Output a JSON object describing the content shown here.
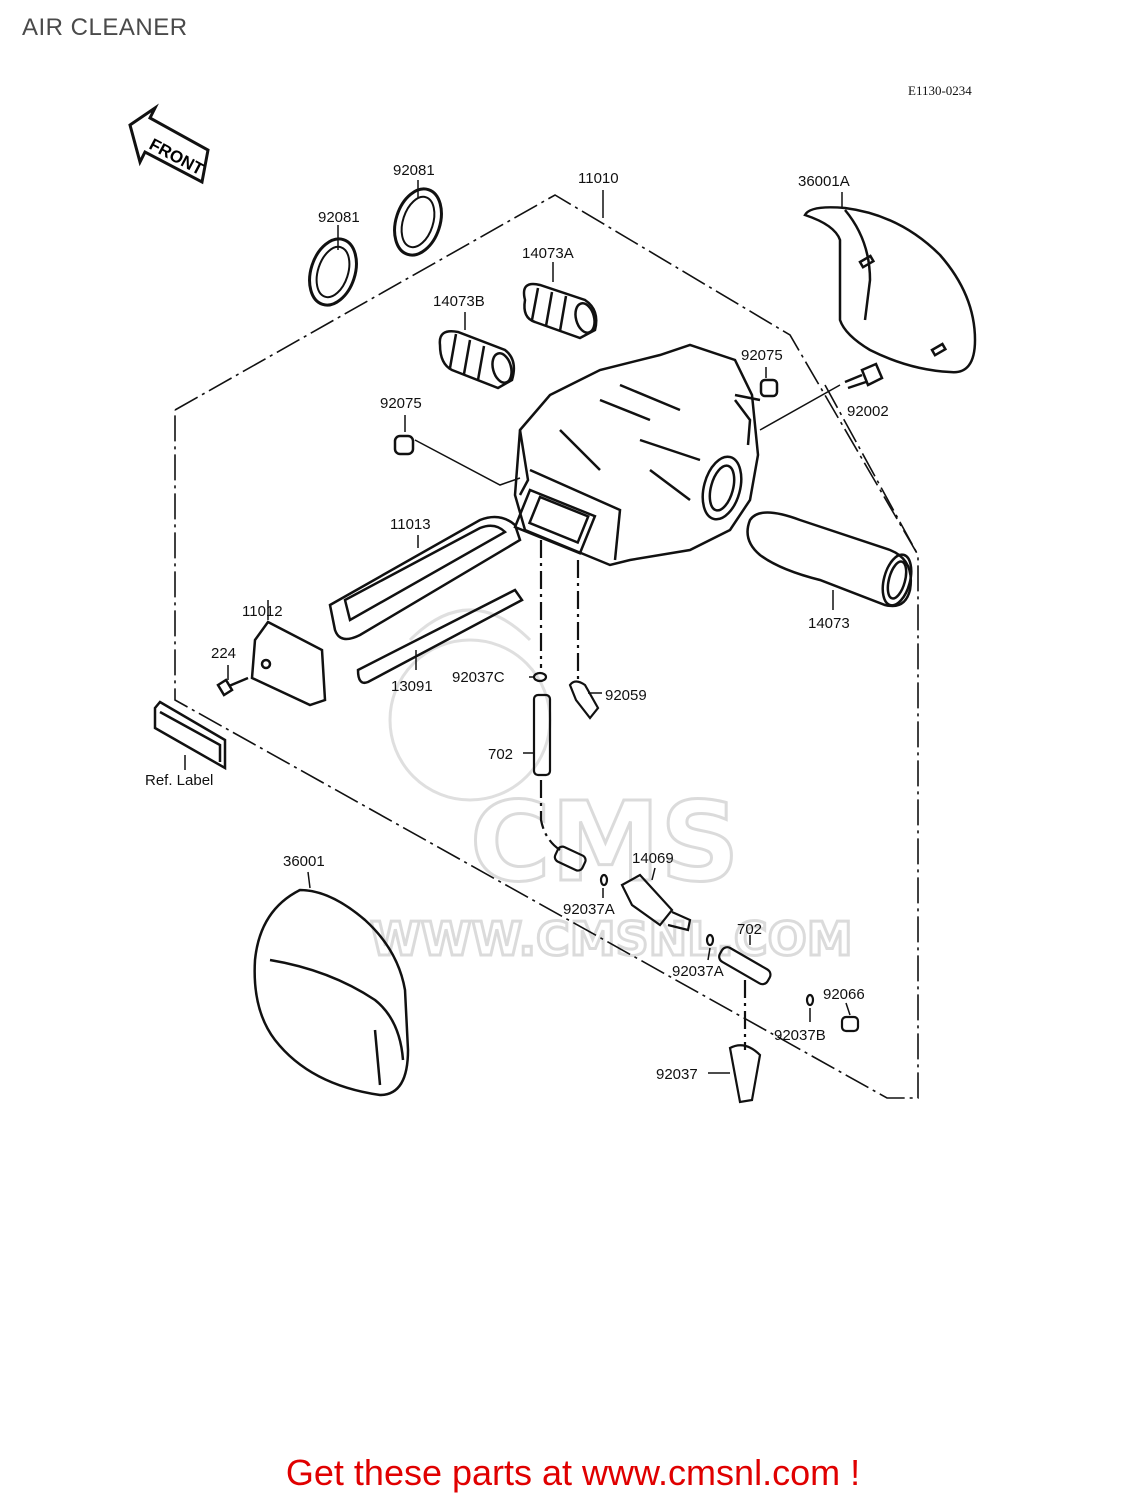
{
  "title": "AIR CLEANER",
  "drawing_code": "E1130-0234",
  "front_marker": "FRONT",
  "watermark": {
    "logo": "CMS",
    "url": "WWW.CMSNL.COM"
  },
  "callouts": {
    "c_92081_left": "92081",
    "c_92081_right": "92081",
    "c_11010": "11010",
    "c_36001A": "36001A",
    "c_14073A": "14073A",
    "c_14073B": "14073B",
    "c_92075_right": "92075",
    "c_92002": "92002",
    "c_92075_left": "92075",
    "c_11013": "11013",
    "c_11012": "11012",
    "c_224": "224",
    "c_13091": "13091",
    "c_92037C": "92037C",
    "c_92059": "92059",
    "c_14073": "14073",
    "c_702_top": "702",
    "c_ref_label": "Ref. Label",
    "c_36001": "36001",
    "c_14069": "14069",
    "c_92037A_1": "92037A",
    "c_702_bottom": "702",
    "c_92037A_2": "92037A",
    "c_92066": "92066",
    "c_92037B": "92037B",
    "c_92037": "92037"
  },
  "footer": {
    "text": "Get these parts at www.cmsnl.com !"
  },
  "colors": {
    "line": "#111111",
    "footer": "#e00000",
    "watermark": "#d8d8d8",
    "title": "#4a4a4a"
  }
}
